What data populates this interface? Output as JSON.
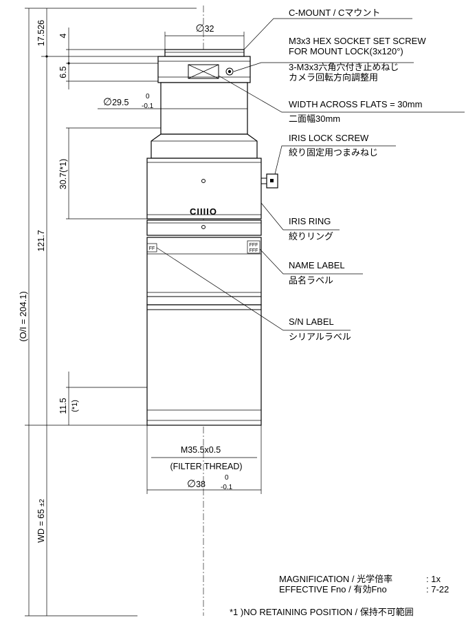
{
  "callouts": {
    "c_mount": "C-MOUNT / Cマウント",
    "hex_screw_1": "M3x3 HEX SOCKET SET SCREW",
    "hex_screw_2": "FOR MOUNT LOCK(3x120°)",
    "hex_screw_ja1": "3-M3x3六角穴付き止めねじ",
    "hex_screw_ja2": "カメラ回転方向調整用",
    "flats": "WIDTH ACROSS FLATS = 30mm",
    "flats_ja": "二面幅30mm",
    "iris_lock": "IRIS LOCK SCREW",
    "iris_lock_ja": "絞り固定用つまみねじ",
    "iris_ring": "IRIS RING",
    "iris_ring_ja": "絞りリング",
    "name_label": "NAME LABEL",
    "name_label_ja": "品名ラベル",
    "sn_label": "S/N LABEL",
    "sn_label_ja": "シリアルラベル"
  },
  "dimensions": {
    "dia_32": "32",
    "h_17_526": "17.526",
    "h_4": "4",
    "h_6_5": "6.5",
    "dia_29_5": "29.5",
    "tol_29_5_upper": "0",
    "tol_29_5_lower": "-0.1",
    "h_30_7": "30.7(*1)",
    "h_121_7": "121.7",
    "o_i": "(O/I = 204.1)",
    "h_11_5": "11.5",
    "h_11_5_note": "(*1)",
    "thread_1": "M35.5x0.5",
    "thread_2": "(FILTER THREAD)",
    "dia_38": "38",
    "tol_38_upper": "0",
    "tol_38_lower": "-0.1",
    "wd": "WD = 65",
    "wd_tol": "±2"
  },
  "ring_marks": {
    "aperture_scale": "CIIIIO",
    "name_label_left": "FF",
    "name_label_right_1": "FFF",
    "name_label_right_2": "FFF"
  },
  "specs": {
    "magnification_label": "MAGNIFICATION / 光学倍率",
    "magnification_value": ": 1x",
    "fno_label": "EFFECTIVE Fno / 有効Fno",
    "fno_value": ": 7-22"
  },
  "footnote": "*1 )NO RETAINING POSITION / 保持不可範囲"
}
